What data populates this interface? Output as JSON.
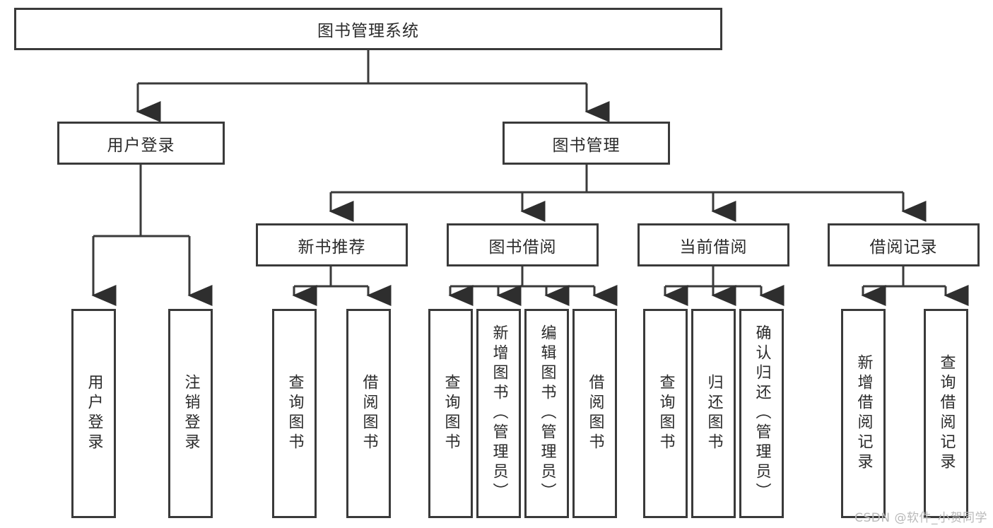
{
  "diagram": {
    "type": "tree-hierarchy",
    "title": "图书管理系统",
    "root": {
      "id": "root",
      "label": "图书管理系统"
    },
    "level1": [
      {
        "id": "user-login",
        "label": "用户登录"
      },
      {
        "id": "book-manage",
        "label": "图书管理"
      }
    ],
    "level2": [
      {
        "id": "new-book-rec",
        "label": "新书推荐",
        "parent": "book-manage"
      },
      {
        "id": "book-borrow",
        "label": "图书借阅",
        "parent": "book-manage"
      },
      {
        "id": "current-borrow",
        "label": "当前借阅",
        "parent": "book-manage"
      },
      {
        "id": "borrow-record",
        "label": "借阅记录",
        "parent": "book-manage"
      }
    ],
    "leaves": [
      {
        "id": "leaf-user-login",
        "label": "用户登录",
        "parent": "user-login"
      },
      {
        "id": "leaf-user-logout",
        "label": "注销登录",
        "parent": "user-login"
      },
      {
        "id": "leaf-query-book-1",
        "label": "查询图书",
        "parent": "new-book-rec"
      },
      {
        "id": "leaf-borrow-book-1",
        "label": "借阅图书",
        "parent": "new-book-rec"
      },
      {
        "id": "leaf-query-book-2",
        "label": "查询图书",
        "parent": "book-borrow"
      },
      {
        "id": "leaf-add-book",
        "label": "新增图书（管理员）",
        "parent": "book-borrow"
      },
      {
        "id": "leaf-edit-book",
        "label": "编辑图书（管理员）",
        "parent": "book-borrow"
      },
      {
        "id": "leaf-borrow-book-2",
        "label": "借阅图书",
        "parent": "book-borrow"
      },
      {
        "id": "leaf-query-book-3",
        "label": "查询图书",
        "parent": "current-borrow"
      },
      {
        "id": "leaf-return-book",
        "label": "归还图书",
        "parent": "current-borrow"
      },
      {
        "id": "leaf-confirm-return",
        "label": "确认归还（管理员）",
        "parent": "current-borrow"
      },
      {
        "id": "leaf-add-record",
        "label": "新增借阅记录",
        "parent": "borrow-record"
      },
      {
        "id": "leaf-query-record",
        "label": "查询借阅记录",
        "parent": "borrow-record"
      }
    ],
    "colors": {
      "stroke": "#3a3a3a",
      "fill": "#ffffff",
      "text": "#2b2b2b",
      "watermark": "#b9b9b9"
    }
  },
  "watermark": {
    "text": "CSDN @软件_小贺同学"
  }
}
